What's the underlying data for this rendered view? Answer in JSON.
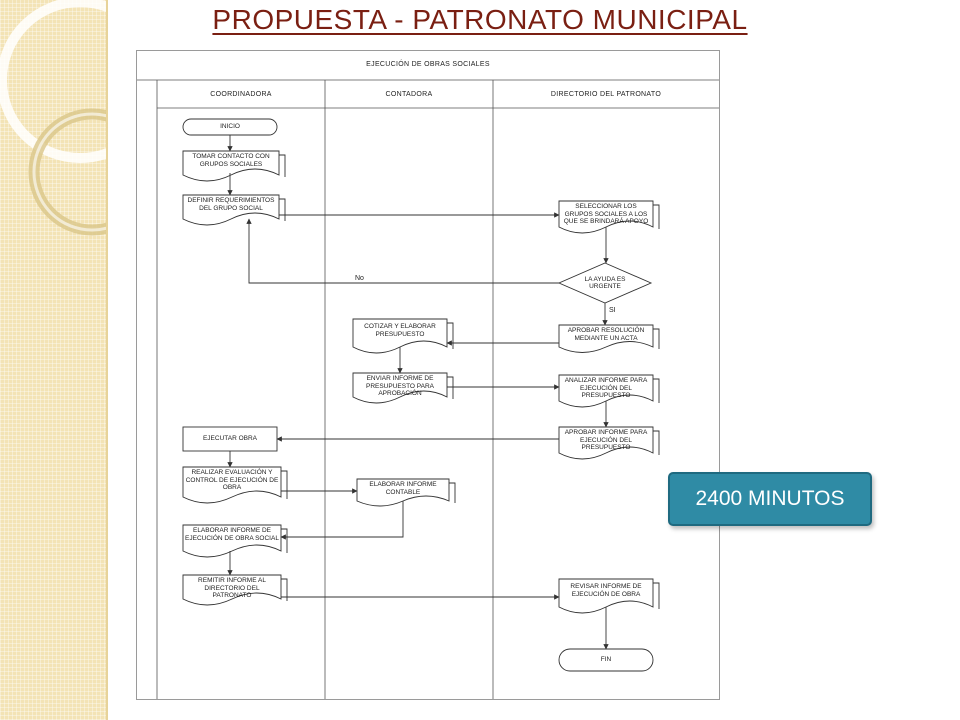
{
  "slide": {
    "title": "PROPUESTA -  PATRONATO MUNICIPAL",
    "duration_badge": "2400  MINUTOS"
  },
  "flowchart": {
    "title": "EJECUCIÓN DE OBRAS SOCIALES",
    "lanes": [
      "COORDINADORA",
      "CONTADORA",
      "DIRECTORIO DEL PATRONATO"
    ],
    "nodes": {
      "inicio": "INICIO",
      "tomar_contacto": "TOMAR CONTACTO CON GRUPOS SOCIALES",
      "definir": "DEFINIR REQUERIMIENTOS DEL GRUPO SOCIAL",
      "seleccionar": "SELECCIONAR LOS GRUPOS SOCIALES A LOS QUE SE BRINDARÁ APOYO",
      "decision": "LA AYUDA ES URGENTE",
      "aprobar_resolucion": "APROBAR RESOLUCIÓN MEDIANTE UN ACTA",
      "cotizar": "COTIZAR Y ELABORAR PRESUPUESTO",
      "enviar_informe": "ENVIAR INFORME DE PRESUPUESTO PARA APROBACIÓN",
      "analizar_informe": "ANALIZAR INFORME PARA EJECUCIÓN DEL PRESUPUESTO",
      "aprobar_informe": "APROBAR INFORME PARA EJECUCIÓN DEL PRESUPUESTO",
      "ejecutar_obra": "EJECUTAR OBRA",
      "realizar_evaluacion": "REALIZAR EVALUACIÓN Y CONTROL DE EJECUCIÓN DE OBRA",
      "elaborar_contable": "ELABORAR INFORME CONTABLE",
      "elaborar_ejecucion": "ELABORAR INFORME DE EJECUCIÓN DE OBRA SOCIAL",
      "remitir_informe": "REMITIR INFORME AL DIRECTORIO DEL PATRONATO",
      "revisar_informe": "REVISAR INFORME DE EJECUCIÓN DE OBRA",
      "fin": "FIN"
    },
    "edge_labels": {
      "no": "No",
      "si": "SI"
    }
  }
}
